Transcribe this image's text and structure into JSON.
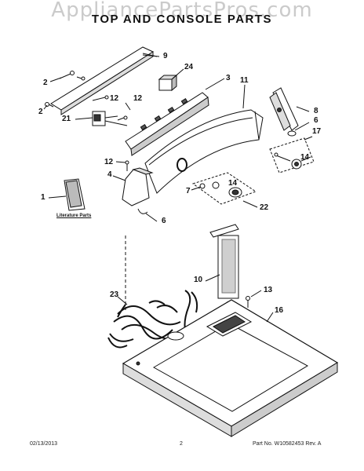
{
  "watermark": "AppliancePartsPros.com",
  "title": "TOP AND CONSOLE PARTS",
  "literature_label": "Literature Parts",
  "callouts": {
    "c9": "9",
    "c24": "24",
    "c3": "3",
    "c11": "11",
    "c2a": "2",
    "c12a": "12",
    "c12b": "12",
    "c2b": "2",
    "c21": "21",
    "c8": "8",
    "c6a": "6",
    "c17": "17",
    "c12c": "12",
    "c14a": "14",
    "c4": "4",
    "c7": "7",
    "c14b": "14",
    "c1": "1",
    "c22": "22",
    "c6b": "6",
    "c10": "10",
    "c13": "13",
    "c23": "23",
    "c16": "16"
  },
  "footer": {
    "date": "02/13/2013",
    "page": "2",
    "part_no": "Part No. W10582453 Rev. A"
  },
  "colors": {
    "line": "#111111",
    "gray": "#d8d8d8",
    "dark": "#555555"
  }
}
